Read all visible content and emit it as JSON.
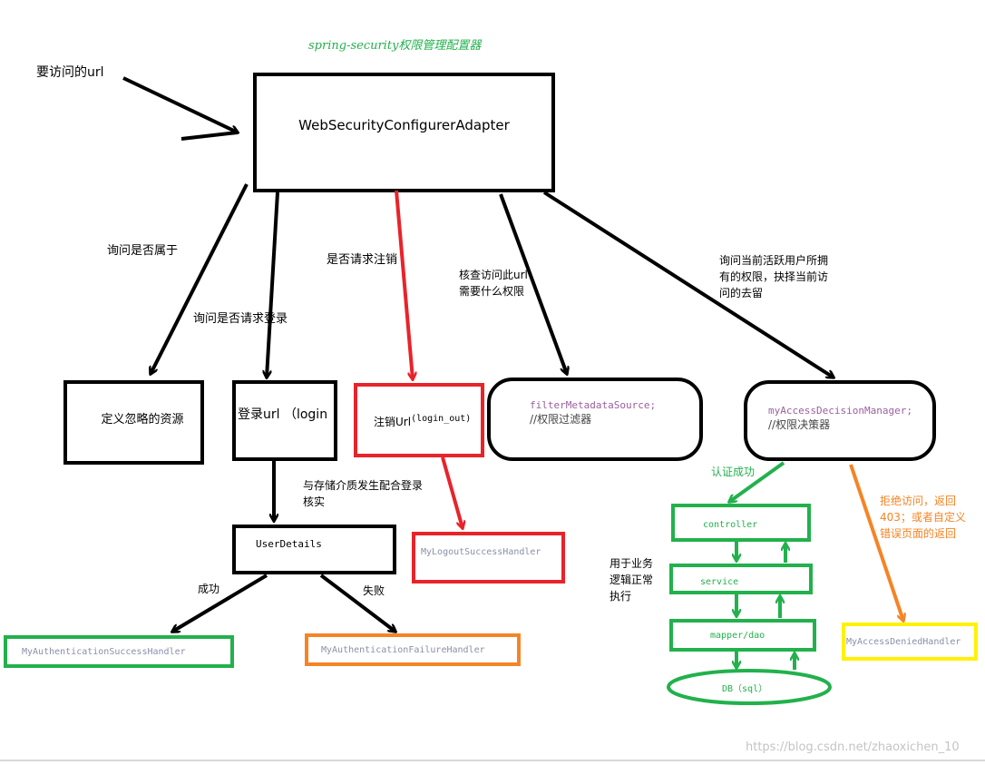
{
  "title": "spring-security权限管理配置器",
  "labels": {
    "url_to_access": "要访问的url",
    "ask_ignore": "询问是否属于",
    "ask_login": "询问是否请求登录",
    "ask_logout": "是否请求注销",
    "check_permission": "核查访问此url需要什么权限",
    "ask_user_permission": "询问当前活跃用户所拥有的权限，抉择当前访问的去留",
    "match_storage": "与存储介质发生配合登录核实",
    "success": "成功",
    "failure": "失败",
    "auth_success": "认证成功",
    "business_normal": "用于业务逻辑正常执行",
    "deny_access": "拒绝访问，返回403；或者自定义错误页面的返回"
  },
  "nodes": {
    "adapter": "WebSecurityConfigurerAdapter",
    "ignore_resources": "定义忽略的资源",
    "login_url": "登录url （login",
    "logout_url_prefix": "注销Url",
    "logout_url_suffix": "(login_out)",
    "filter_source": "filterMetadataSource;",
    "filter_comment": "//权限过滤器",
    "decision_manager": "myAccessDecisionManager;",
    "decision_comment": "//权限决策器",
    "user_details": "UserDetails",
    "logout_handler": "MyLogoutSuccessHandler",
    "auth_success_handler": "MyAuthenticationSuccessHandler",
    "auth_failure_handler": "MyAuthenticationFailureHandler",
    "controller": "controller",
    "service": "service",
    "mapper": "mapper/dao",
    "db": "DB（sql）",
    "denied_handler": "MyAccessDeniedHandler"
  },
  "watermark": "https://blog.csdn.net/zhaoxichen_10",
  "colors": {
    "black": "#000000",
    "red": "#e8232a",
    "green": "#22b14c",
    "orange": "#f58426",
    "yellow": "#fff200",
    "grey_text": "#8a8fa8",
    "comment_purple": "#9b5fa0"
  }
}
